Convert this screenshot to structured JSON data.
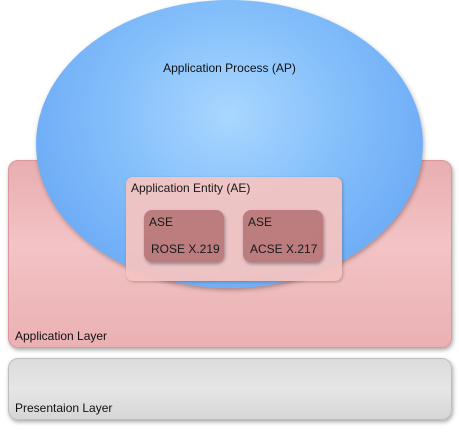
{
  "application_process": {
    "label": "Application Process (AP)"
  },
  "application_entity": {
    "label": "Application Entity (AE)",
    "elements": [
      {
        "type": "ASE",
        "name": "ROSE X.219"
      },
      {
        "type": "ASE",
        "name": "ACSE X.217"
      }
    ]
  },
  "layers": {
    "application": "Application Layer",
    "presentation": "Presentaion Layer"
  },
  "colors": {
    "application_layer": "#f0bcbe",
    "presentation_layer": "#dddddd",
    "application_process": "#7fb8f8",
    "application_entity": "#f4c4c2",
    "ase": "#c07a78"
  }
}
